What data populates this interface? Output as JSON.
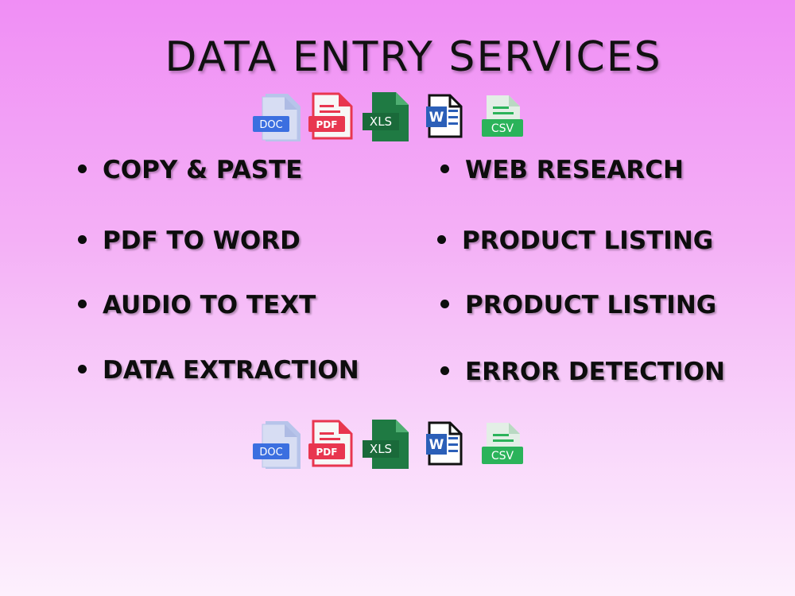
{
  "title": "DATA ENTRY SERVICES",
  "file_icons": [
    {
      "name": "doc-file-icon",
      "label": "DOC",
      "color": "#3b6fe0"
    },
    {
      "name": "pdf-file-icon",
      "label": "PDF",
      "color": "#e8364f"
    },
    {
      "name": "xls-file-icon",
      "label": "XLS",
      "color": "#1f7a43"
    },
    {
      "name": "word-file-icon",
      "label": "W",
      "color": "#2b5fb8"
    },
    {
      "name": "csv-file-icon",
      "label": "CSV",
      "color": "#2bb35a"
    }
  ],
  "services_left": [
    "COPY & PASTE",
    "PDF TO WORD",
    "AUDIO TO TEXT",
    "DATA EXTRACTION"
  ],
  "services_right": [
    "WEB RESEARCH",
    "PRODUCT LISTING",
    "PRODUCT LISTING",
    "ERROR DETECTION"
  ]
}
